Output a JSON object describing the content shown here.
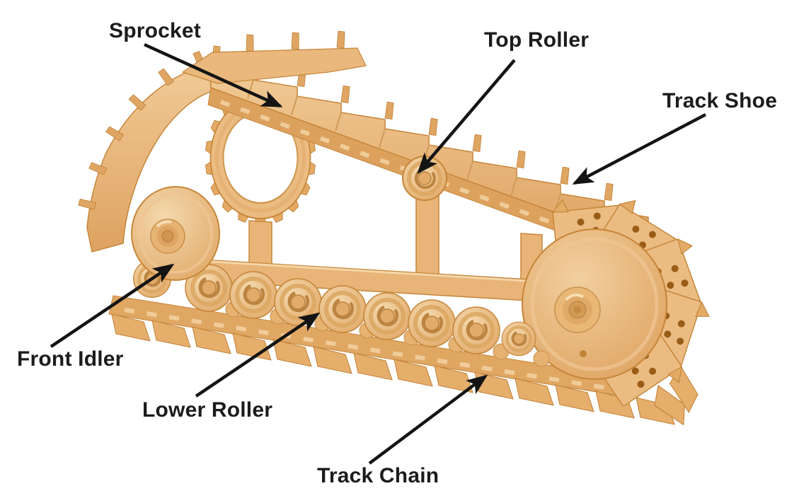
{
  "page": {
    "background_color": "#FFFFFF"
  },
  "diagram": {
    "labels": {
      "sprocket": "Sprocket",
      "top_roller": "Top Roller",
      "track_shoe": "Track Shoe",
      "front_idler": "Front Idler",
      "lower_roller": "Lower Roller",
      "track_chain": "Track Chain"
    },
    "colors": {
      "body_tan": "#E9BA80",
      "body_light": "#F3D2A2",
      "body_dark": "#DB9F5E",
      "outline": "#C68539",
      "bolt_dots": "#9A5D17",
      "label_text": "#1C1C1C",
      "arrow": "#141414",
      "background": "#FFFFFF"
    }
  }
}
